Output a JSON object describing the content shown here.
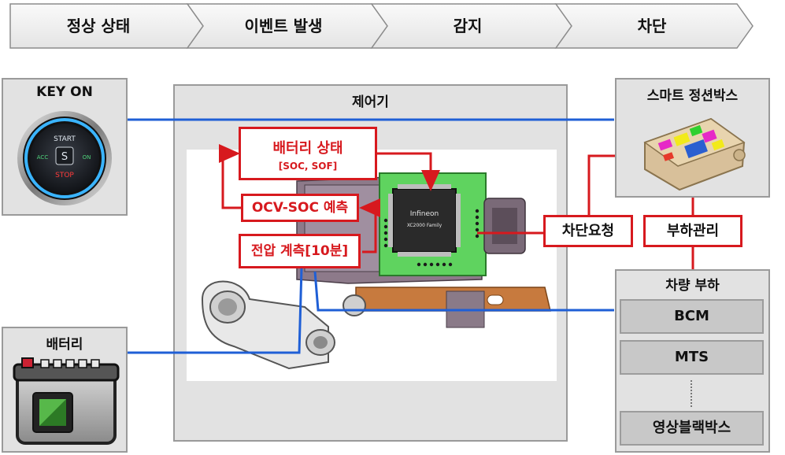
{
  "stages": [
    "정상 상태",
    "이벤트 발생",
    "감지",
    "차단"
  ],
  "key_on": {
    "title": "KEY ON",
    "start_label": "START",
    "stop_label": "STOP",
    "acc_label": "ACC",
    "on_label": "ON"
  },
  "battery": {
    "title": "배터리"
  },
  "controller": {
    "title": "제어기",
    "battery_state": "배터리 상태",
    "battery_state_sub": "[SOC, SOF]",
    "ocv_soc": "OCV-SOC 예측",
    "voltage": "전압 계측[10분]",
    "chip_brand": "Infineon",
    "chip_model": "XC2000 Family"
  },
  "junction_box": {
    "title": "스마트 정션박스"
  },
  "labels": {
    "cutoff_request": "차단요청",
    "load_management": "부하관리"
  },
  "vehicle_load": {
    "title": "차량 부하",
    "items": [
      "BCM",
      "MTS",
      "영상블랙박스"
    ]
  },
  "colors": {
    "wire_blue": "#1f5fd6",
    "wire_red": "#d7191e",
    "red_text": "#d7191e"
  }
}
